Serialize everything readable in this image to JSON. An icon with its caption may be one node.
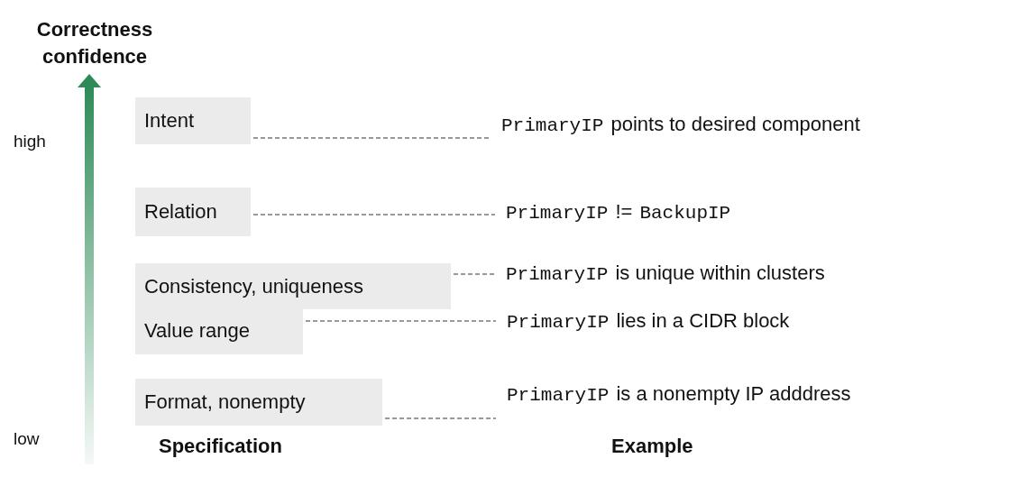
{
  "diagram": {
    "nodes": [
      {
        "text": [
          "Intent"
        ]
      },
      {
        "text": [
          "Relation"
        ]
      },
      {
        "text": [
          "Consistency, uniqueness"
        ]
      },
      {
        "text": [
          "Value range"
        ]
      },
      {
        "text": [
          "Format, nonempty"
        ]
      },
      {
        "text": [
          "PrimaryIP",
          "points to desired component"
        ]
      },
      {
        "text": [
          "PrimaryIP",
          "!=",
          "BackupIP"
        ]
      },
      {
        "text": [
          "PrimaryIP",
          "is unique within clusters"
        ]
      },
      {
        "text": [
          "PrimaryIP",
          "lies in a CIDR block"
        ]
      },
      {
        "text": [
          "PrimaryIP",
          "is a nonempty IP adddress"
        ]
      }
    ],
    "edges": [
      {
        "from": 0,
        "to": 5,
        "arrow": "none",
        "style": "dashed"
      },
      {
        "from": 1,
        "to": 6,
        "arrow": "none",
        "style": "dashed"
      },
      {
        "from": 2,
        "to": 7,
        "arrow": "none",
        "style": "dashed"
      },
      {
        "from": 3,
        "to": 8,
        "arrow": "none",
        "style": "dashed"
      },
      {
        "from": 4,
        "to": 9,
        "arrow": "none",
        "style": "dashed"
      }
    ],
    "labels": [
      "Correctness confidence",
      "high",
      "low",
      "Specification",
      "Example"
    ]
  }
}
